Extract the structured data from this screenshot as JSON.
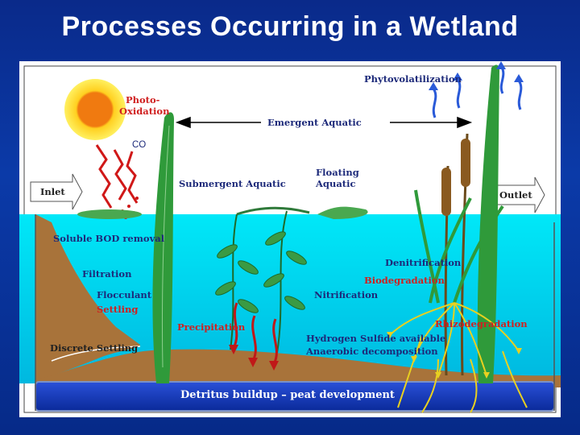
{
  "slide": {
    "title": "Processes Occurring in a Wetland"
  },
  "diagram": {
    "labels": {
      "phytovolatilization": "Phytovolatilization",
      "photo_oxidation_1": "Photo-",
      "photo_oxidation_2": "Oxidation",
      "co": "CO",
      "emergent_aquatic": "Emergent Aquatic",
      "inlet": "Inlet",
      "outlet": "Outlet",
      "submergent_aquatic": "Submergent Aquatic",
      "floating_aquatic_1": "Floating",
      "floating_aquatic_2": "Aquatic",
      "soluble_bod_removal": "Soluble BOD removal",
      "filtration": "Filtration",
      "flocculant": "Flocculant",
      "settling": "Settling",
      "denitrification": "Denitrification",
      "biodegradation": "Biodegradation",
      "nitrification": "Nitrification",
      "precipitation": "Precipitation",
      "rhizodegradation": "Rhizodegradation",
      "hydrogen_sulfide": "Hydrogen Sulfide available",
      "anaerobic_decomposition": "Anaerobic decomposition",
      "discrete_settling": "Discrete Settling",
      "detritus": "Detritus buildup – peat development"
    },
    "colors": {
      "water": "#00e0f0",
      "sediment": "#a8733a",
      "peat_layer": "#1e3fc0",
      "plant_green": "#2f9a3a",
      "sun_core": "#f07a10",
      "sun_glow": "#ffe020",
      "red_arrow": "#c01818"
    }
  }
}
